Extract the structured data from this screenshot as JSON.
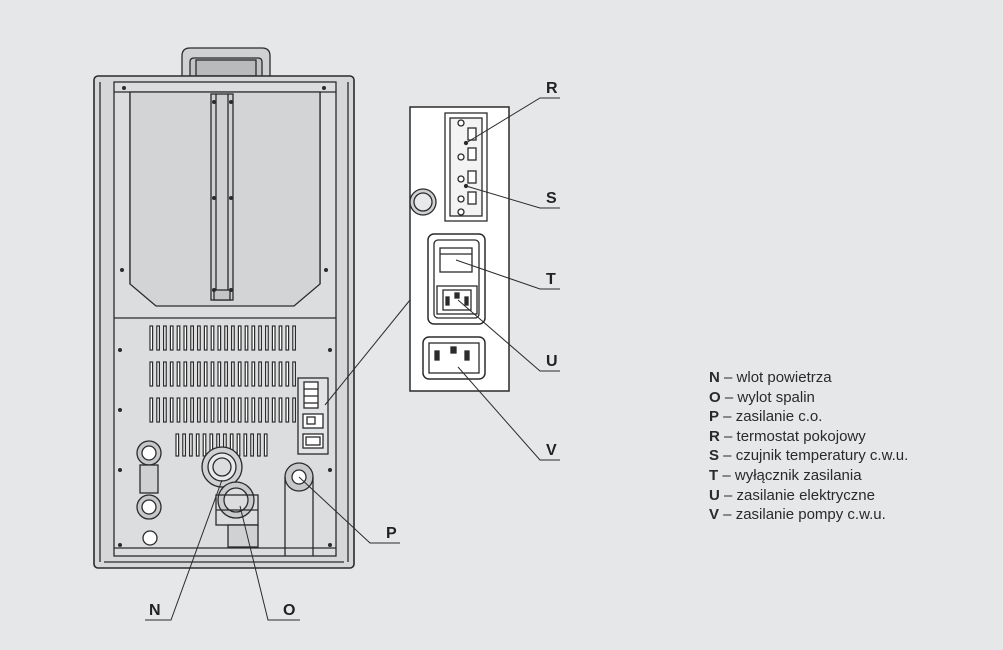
{
  "callouts": {
    "n": "N",
    "o": "O",
    "p": "P",
    "r": "R",
    "s": "S",
    "t": "T",
    "u": "U",
    "v": "V"
  },
  "legend": [
    {
      "key": "N",
      "sep": " – ",
      "text": "wlot powietrza"
    },
    {
      "key": "O",
      "sep": " – ",
      "text": "wylot spalin"
    },
    {
      "key": "P",
      "sep": " – ",
      "text": "zasilanie c.o."
    },
    {
      "key": "R",
      "sep": " – ",
      "text": "termostat pokojowy"
    },
    {
      "key": "S",
      "sep": " – ",
      "text": "czujnik temperatury c.w.u."
    },
    {
      "key": "T",
      "sep": " – ",
      "text": "wyłącznik zasilania"
    },
    {
      "key": "U",
      "sep": " – ",
      "text": "zasilanie elektryczne"
    },
    {
      "key": "V",
      "sep": " – ",
      "text": "zasilanie pompy c.w.u."
    }
  ],
  "colors": {
    "background": "#e6e7e9",
    "line": "#2b2b2b",
    "panel": "#ffffff",
    "body": "#d8d9db"
  }
}
